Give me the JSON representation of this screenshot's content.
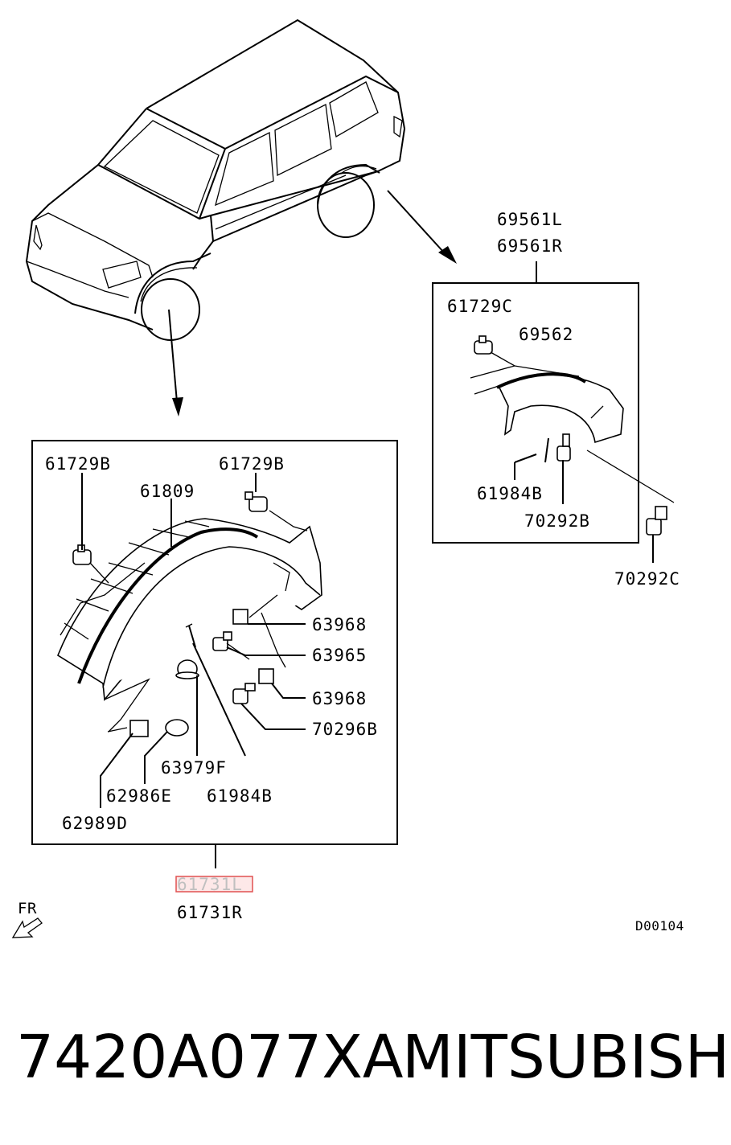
{
  "callouts": {
    "p69561L": "69561L",
    "p69561R": "69561R",
    "p61729C": "61729C",
    "p69562": "69562",
    "p61984B_right": "61984B",
    "p70292B": "70292B",
    "p70292C": "70292C",
    "p61729B_left": "61729B",
    "p61729B_right": "61729B",
    "p61809": "61809",
    "p63968_a": "63968",
    "p63965": "63965",
    "p63968_b": "63968",
    "p70296B": "70296B",
    "p63979F": "63979F",
    "p61984B_left": "61984B",
    "p62986E": "62986E",
    "p62989D": "62989D",
    "p61731L": "61731L",
    "p61731R": "61731R"
  },
  "direction_label": "FR",
  "diagram_code": "D00104",
  "footer": {
    "part_number": "7420A077XA",
    "brand": "MITSUBISHI"
  },
  "highlight_color": "#e05050"
}
